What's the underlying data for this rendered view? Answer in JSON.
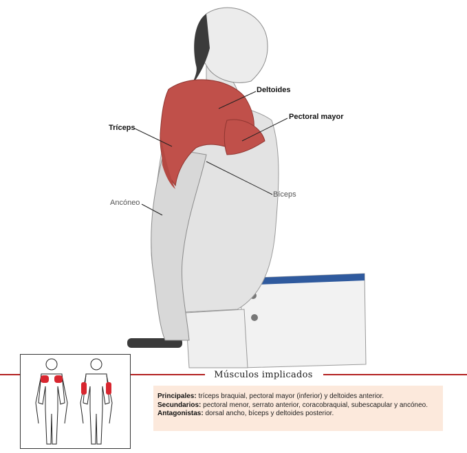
{
  "labels": {
    "deltoides": "Deltoides",
    "pectoral_mayor": "Pectoral mayor",
    "triceps": "Tríceps",
    "biceps": "Bíceps",
    "anconeo": "Ancóneo"
  },
  "section_title": "Músculos implicados",
  "muscles": {
    "principales_label": "Principales:",
    "principales_text": " tríceps braquial, pectoral mayor (inferior) y deltoides anterior.",
    "secundarios_label": "Secundarios:",
    "secundarios_text": " pectoral menor, serrato anterior, coracobraquial, subescapular y ancóneo.",
    "antagonistas_label": "Antagonistas:",
    "antagonistas_text": " dorsal ancho, bíceps y deltoides posterior."
  },
  "colors": {
    "muscle_highlight": "#c0504a",
    "accent_rule": "#b21e1e",
    "info_background": "#fce9dc"
  }
}
